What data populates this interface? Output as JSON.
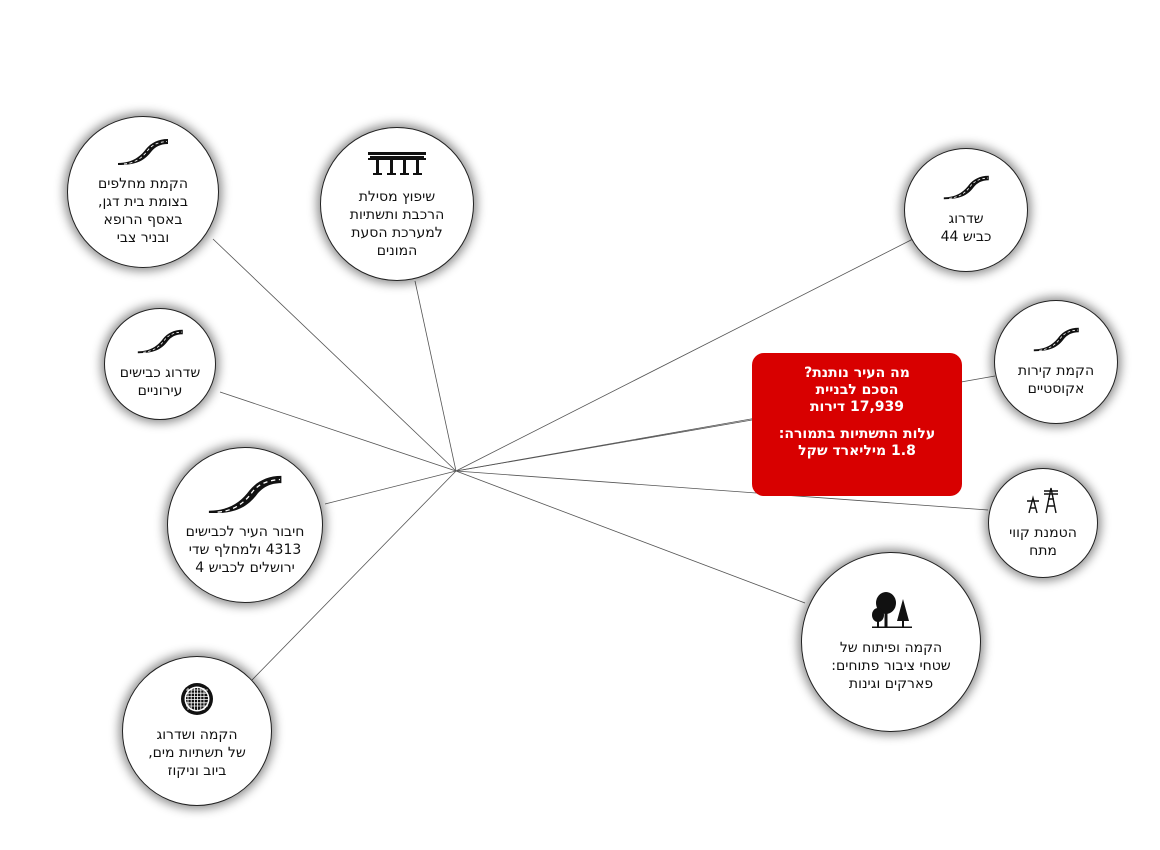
{
  "diagram": {
    "center_callout": {
      "headline": "מה העיר נותנת?\nהסכם לבניית\n17,939 דירות",
      "cost": "עלות התשתיות בתמורה:\n1.8 מיליארד שקל",
      "color": "#d80000"
    },
    "nodes": [
      {
        "id": "interchanges",
        "label": "הקמת מחלפים\nבצומת בית דגן,\nבאסף הרופא\nובניר צבי",
        "icon": "road-icon"
      },
      {
        "id": "rail",
        "label": "שיפוץ מסילת\nהרכבת ותשתיות\nלמערכת הסעת\nהמונים",
        "icon": "bridge-icon"
      },
      {
        "id": "highway44",
        "label": "שדרוג\nכביש 44",
        "icon": "road-icon"
      },
      {
        "id": "acoustic",
        "label": "הקמת קירות\nאקוסטיים",
        "icon": "road-icon"
      },
      {
        "id": "powerlines",
        "label": "הטמנת קווי\nמתח",
        "icon": "power-tower-icon"
      },
      {
        "id": "parks",
        "label": "הקמה ופיתוח של\nשטחי ציבור פתוחים:\nפארקים וגינות",
        "icon": "trees-icon"
      },
      {
        "id": "urban-roads",
        "label": "שדרוג כבישים\nעירוניים",
        "icon": "road-icon"
      },
      {
        "id": "connect-roads",
        "label": "חיבור העיר לכבישים\n4313 ולמחלף שדי\nירושלים לכביש 4",
        "icon": "road-icon"
      },
      {
        "id": "water",
        "label": "הקמה ושדרוג\nשל תשתיות מים,\nביוב וניקוז",
        "icon": "manhole-icon"
      }
    ]
  }
}
